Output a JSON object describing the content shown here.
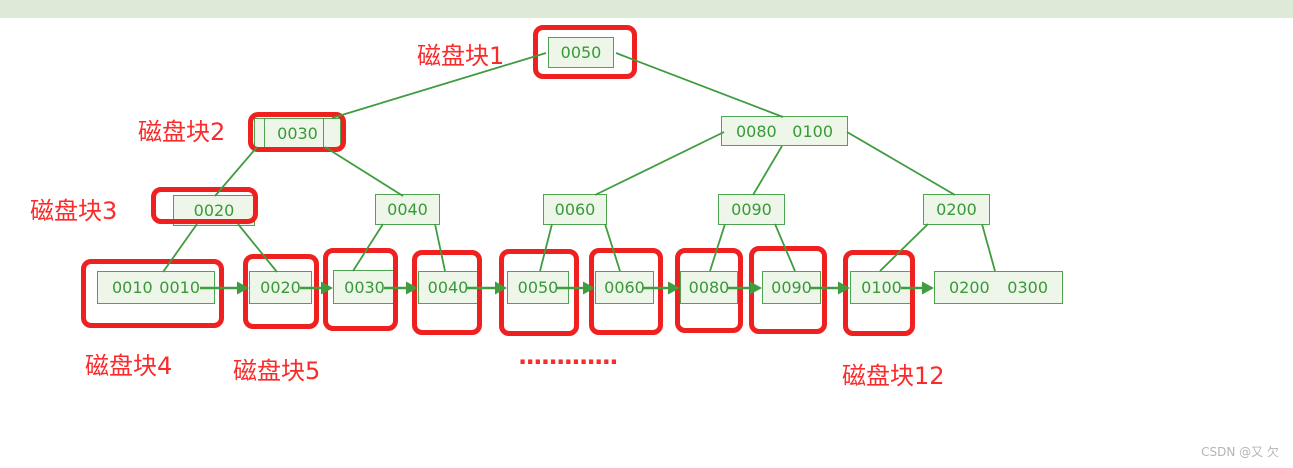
{
  "watermark": "CSDN @又 欠",
  "colors": {
    "node_border": "#4fa54f",
    "node_fill": "#edf6e9",
    "node_text": "#389938",
    "edge_green": "#3f9c3f",
    "highlight_red": "#ee2020",
    "label_red": "#f92b2b",
    "topbar_green": "#dcead7",
    "watermark_gray": "#b5b5b5"
  },
  "nodes": [
    {
      "id": "root-0050",
      "values": [
        "0050"
      ],
      "highlight": true
    },
    {
      "id": "internal-0030",
      "values": [
        "0030"
      ],
      "highlight": true
    },
    {
      "id": "internal-0080-0100",
      "values": [
        "0080",
        "0100"
      ],
      "highlight": false
    },
    {
      "id": "internal-0020",
      "values": [
        "0020"
      ],
      "highlight": true
    },
    {
      "id": "internal-0040",
      "values": [
        "0040"
      ],
      "highlight": false
    },
    {
      "id": "internal-0060",
      "values": [
        "0060"
      ],
      "highlight": false
    },
    {
      "id": "internal-0090",
      "values": [
        "0090"
      ],
      "highlight": false
    },
    {
      "id": "internal-0200",
      "values": [
        "0200"
      ],
      "highlight": false
    },
    {
      "id": "leaf-0010-0010",
      "values": [
        "0010",
        "0010"
      ],
      "highlight": true
    },
    {
      "id": "leaf-0020",
      "values": [
        "0020"
      ],
      "highlight": true
    },
    {
      "id": "leaf-0030",
      "values": [
        "0030"
      ],
      "highlight": true
    },
    {
      "id": "leaf-0040",
      "values": [
        "0040"
      ],
      "highlight": true
    },
    {
      "id": "leaf-0050",
      "values": [
        "0050"
      ],
      "highlight": true
    },
    {
      "id": "leaf-0060",
      "values": [
        "0060"
      ],
      "highlight": true
    },
    {
      "id": "leaf-0080",
      "values": [
        "0080"
      ],
      "highlight": true
    },
    {
      "id": "leaf-0090",
      "values": [
        "0090"
      ],
      "highlight": true
    },
    {
      "id": "leaf-0100",
      "values": [
        "0100"
      ],
      "highlight": true
    },
    {
      "id": "leaf-0200-0300",
      "values": [
        "0200",
        "0300"
      ],
      "highlight": false
    }
  ],
  "labels": [
    {
      "id": "disk-block-1",
      "text": "磁盘块1"
    },
    {
      "id": "disk-block-2",
      "text": "磁盘块2"
    },
    {
      "id": "disk-block-3",
      "text": "磁盘块3"
    },
    {
      "id": "disk-block-4",
      "text": "磁盘块4"
    },
    {
      "id": "disk-block-5",
      "text": "磁盘块5"
    },
    {
      "id": "ellipsis",
      "text": "............."
    },
    {
      "id": "disk-block-12",
      "text": "磁盘块12"
    }
  ]
}
